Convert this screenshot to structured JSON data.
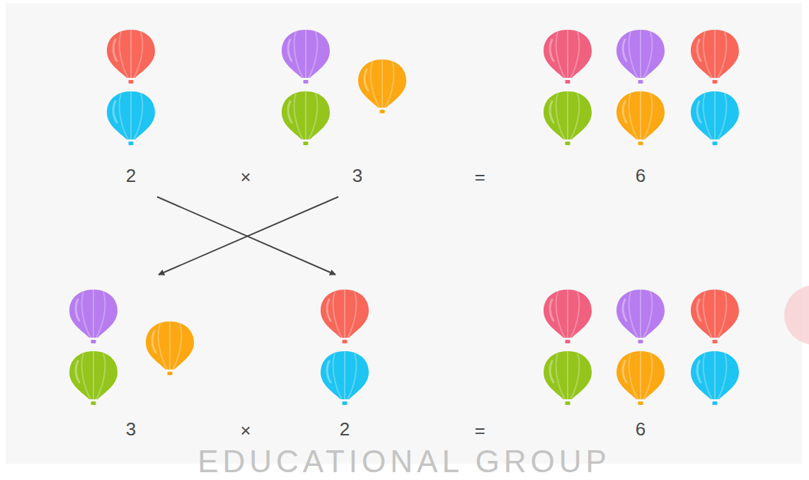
{
  "diagram": {
    "labels": [
      "2",
      "×",
      "3",
      "=",
      "6",
      "3",
      "×",
      "2",
      "=",
      "6",
      "EDUCATIONAL GROUP"
    ]
  }
}
